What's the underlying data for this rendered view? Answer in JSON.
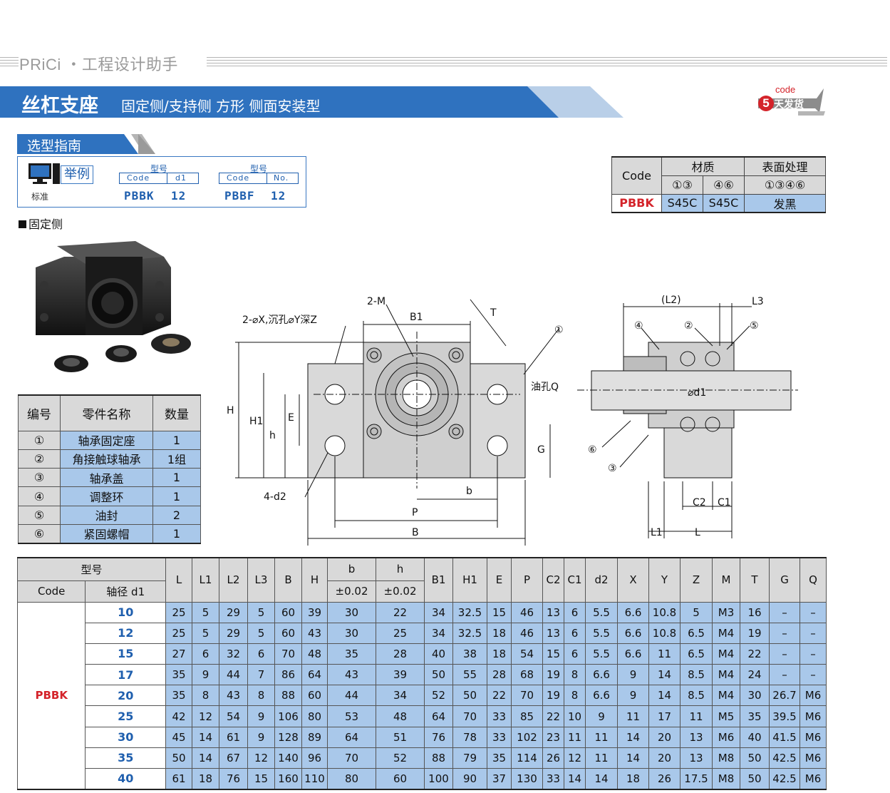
{
  "header": {
    "brand": "PRiCi ・工程设计助手",
    "title_main": "丝杠支座",
    "title_sub": "固定侧/支持侧  方形  侧面安装型",
    "badge_code": "code",
    "badge_number": "5",
    "badge_text": "天发货"
  },
  "guide": {
    "tab_label": "选型指南",
    "example_label": "举例",
    "standard_label": "标准",
    "models": [
      {
        "head": "型号",
        "col1": "Code",
        "col2": "d1",
        "val1": "PBBK",
        "val2": "12"
      },
      {
        "head": "型号",
        "col1": "Code",
        "col2": "No.",
        "val1": "PBBF",
        "val2": "12"
      }
    ],
    "fixed_side_label": "固定侧"
  },
  "material_table": {
    "code_header": "Code",
    "material_header": "材质",
    "surface_header": "表面处理",
    "sub1": "①③",
    "sub2": "④⑥",
    "sub3": "①③④⑥",
    "code": "PBBK",
    "m1": "S45C",
    "m2": "S45C",
    "surface": "发黑"
  },
  "parts_table": {
    "headers": [
      "编号",
      "零件名称",
      "数量"
    ],
    "rows": [
      {
        "no": "①",
        "name": "轴承固定座",
        "qty": "1"
      },
      {
        "no": "②",
        "name": "角接触球轴承",
        "qty": "1组"
      },
      {
        "no": "③",
        "name": "轴承盖",
        "qty": "1"
      },
      {
        "no": "④",
        "name": "调整环",
        "qty": "1"
      },
      {
        "no": "⑤",
        "name": "油封",
        "qty": "2"
      },
      {
        "no": "⑥",
        "name": "紧固螺帽",
        "qty": "1"
      }
    ]
  },
  "drawing": {
    "labels": {
      "hole": "2-⌀X,沉孔⌀Y深Z",
      "m": "2-M",
      "b1": "B1",
      "t": "T",
      "c1": "①",
      "oil": "油孔Q",
      "H": "H",
      "H1": "H1",
      "h": "h",
      "E": "E",
      "G": "G",
      "d2": "4-d2",
      "b": "b",
      "P": "P",
      "B": "B",
      "L2": "(L2)",
      "L3": "L3",
      "c4": "④",
      "c2": "②",
      "c5": "⑤",
      "c6": "⑥",
      "c3": "③",
      "d1": "⌀d1",
      "C2": "C2",
      "C1": "C1",
      "L1": "L1",
      "L": "L"
    }
  },
  "spec_table": {
    "model_header": "型号",
    "code_header": "Code",
    "d1_header": "轴径 d1",
    "columns": [
      "L",
      "L1",
      "L2",
      "L3",
      "B",
      "H",
      "b",
      "h",
      "B1",
      "H1",
      "E",
      "P",
      "C2",
      "C1",
      "d2",
      "X",
      "Y",
      "Z",
      "M",
      "T",
      "G",
      "Q"
    ],
    "b_tol": "±0.02",
    "h_tol": "±0.02",
    "code": "PBBK",
    "rows": [
      {
        "d1": "10",
        "v": [
          "25",
          "5",
          "29",
          "5",
          "60",
          "39",
          "30",
          "22",
          "34",
          "32.5",
          "15",
          "46",
          "13",
          "6",
          "5.5",
          "6.6",
          "10.8",
          "5",
          "M3",
          "16",
          "–",
          "–"
        ]
      },
      {
        "d1": "12",
        "v": [
          "25",
          "5",
          "29",
          "5",
          "60",
          "43",
          "30",
          "25",
          "34",
          "32.5",
          "18",
          "46",
          "13",
          "6",
          "5.5",
          "6.6",
          "10.8",
          "6.5",
          "M4",
          "19",
          "–",
          "–"
        ]
      },
      {
        "d1": "15",
        "v": [
          "27",
          "6",
          "32",
          "6",
          "70",
          "48",
          "35",
          "28",
          "40",
          "38",
          "18",
          "54",
          "15",
          "6",
          "5.5",
          "6.6",
          "11",
          "6.5",
          "M4",
          "22",
          "–",
          "–"
        ]
      },
      {
        "d1": "17",
        "v": [
          "35",
          "9",
          "44",
          "7",
          "86",
          "64",
          "43",
          "39",
          "50",
          "55",
          "28",
          "68",
          "19",
          "8",
          "6.6",
          "9",
          "14",
          "8.5",
          "M4",
          "24",
          "–",
          "–"
        ]
      },
      {
        "d1": "20",
        "v": [
          "35",
          "8",
          "43",
          "8",
          "88",
          "60",
          "44",
          "34",
          "52",
          "50",
          "22",
          "70",
          "19",
          "8",
          "6.6",
          "9",
          "14",
          "8.5",
          "M4",
          "30",
          "26.7",
          "M6"
        ]
      },
      {
        "d1": "25",
        "v": [
          "42",
          "12",
          "54",
          "9",
          "106",
          "80",
          "53",
          "48",
          "64",
          "70",
          "33",
          "85",
          "22",
          "10",
          "9",
          "11",
          "17",
          "11",
          "M5",
          "35",
          "39.5",
          "M6"
        ]
      },
      {
        "d1": "30",
        "v": [
          "45",
          "14",
          "61",
          "9",
          "128",
          "89",
          "64",
          "51",
          "76",
          "78",
          "33",
          "102",
          "23",
          "11",
          "11",
          "14",
          "20",
          "13",
          "M6",
          "40",
          "41.5",
          "M6"
        ]
      },
      {
        "d1": "35",
        "v": [
          "50",
          "14",
          "67",
          "12",
          "140",
          "96",
          "70",
          "52",
          "88",
          "79",
          "35",
          "114",
          "26",
          "12",
          "11",
          "14",
          "20",
          "13",
          "M8",
          "50",
          "42.5",
          "M6"
        ]
      },
      {
        "d1": "40",
        "v": [
          "61",
          "18",
          "76",
          "15",
          "160",
          "110",
          "80",
          "60",
          "100",
          "90",
          "37",
          "130",
          "33",
          "14",
          "14",
          "18",
          "26",
          "17.5",
          "M8",
          "50",
          "42.5",
          "M6"
        ]
      }
    ]
  },
  "colors": {
    "banner_blue": "#2f72bf",
    "cell_blue": "#a9c8ea",
    "header_gray": "#d9d9d9",
    "code_red": "#d4232a"
  }
}
